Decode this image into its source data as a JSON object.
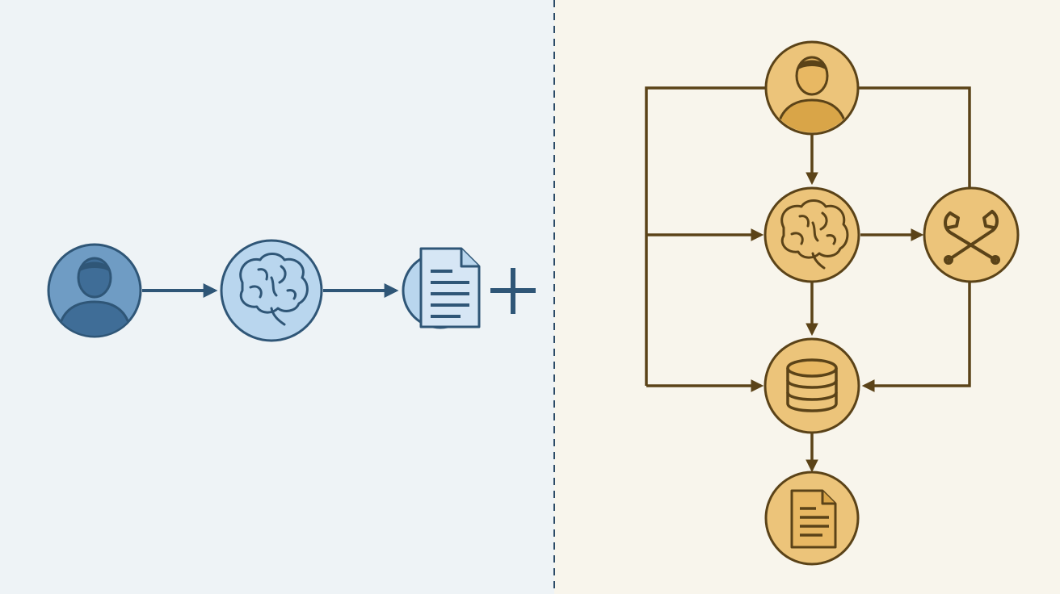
{
  "colors": {
    "left_bg": "#eef3f6",
    "right_bg": "#f8f5ec",
    "divider": "#2b4a66",
    "blue_stroke": "#2f5677",
    "blue_dark_fill": "#6f9cc4",
    "blue_light_fill": "#b9d6ee",
    "doc_fill": "#d6e6f5",
    "gold_stroke": "#5b4318",
    "gold_fill": "#ecc47a",
    "gold_fill_dark": "#d9a548",
    "connector": "#5b4318"
  },
  "left_flow": {
    "nodes": [
      {
        "name": "user-node",
        "icon": "user-icon"
      },
      {
        "name": "brain-node",
        "icon": "brain-icon"
      },
      {
        "name": "document-node",
        "icon": "document-icon"
      }
    ],
    "plus_icon": "plus-icon"
  },
  "right_flow": {
    "nodes": [
      {
        "name": "user-node",
        "icon": "user-icon"
      },
      {
        "name": "brain-node",
        "icon": "brain-icon"
      },
      {
        "name": "tools-node",
        "icon": "wrench-screwdriver-icon"
      },
      {
        "name": "database-node",
        "icon": "database-icon"
      },
      {
        "name": "document-node",
        "icon": "document-icon"
      }
    ]
  }
}
